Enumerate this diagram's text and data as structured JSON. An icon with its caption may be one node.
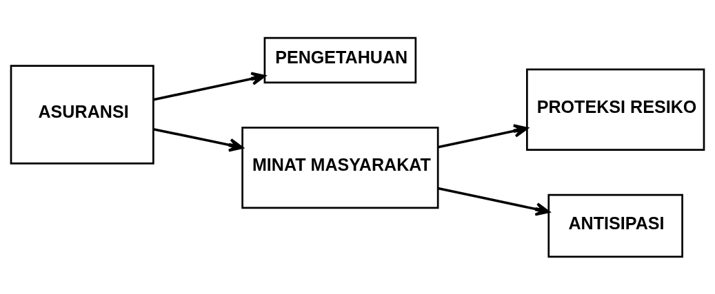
{
  "diagram": {
    "nodes": [
      {
        "text": [
          "ASURANSI"
        ]
      },
      {
        "text": [
          "PENGETAHUAN"
        ]
      },
      {
        "text": [
          "MINAT MASYARAKAT"
        ]
      },
      {
        "text": [
          "PROTEKSI RESIKO"
        ]
      },
      {
        "text": [
          "ANTISIPASI"
        ]
      }
    ],
    "edges": [
      {
        "from": 0,
        "to": 1,
        "arrow": "to"
      },
      {
        "from": 0,
        "to": 2,
        "arrow": "to"
      },
      {
        "from": 2,
        "to": 3,
        "arrow": "to"
      },
      {
        "from": 2,
        "to": 4,
        "arrow": "to"
      }
    ]
  }
}
